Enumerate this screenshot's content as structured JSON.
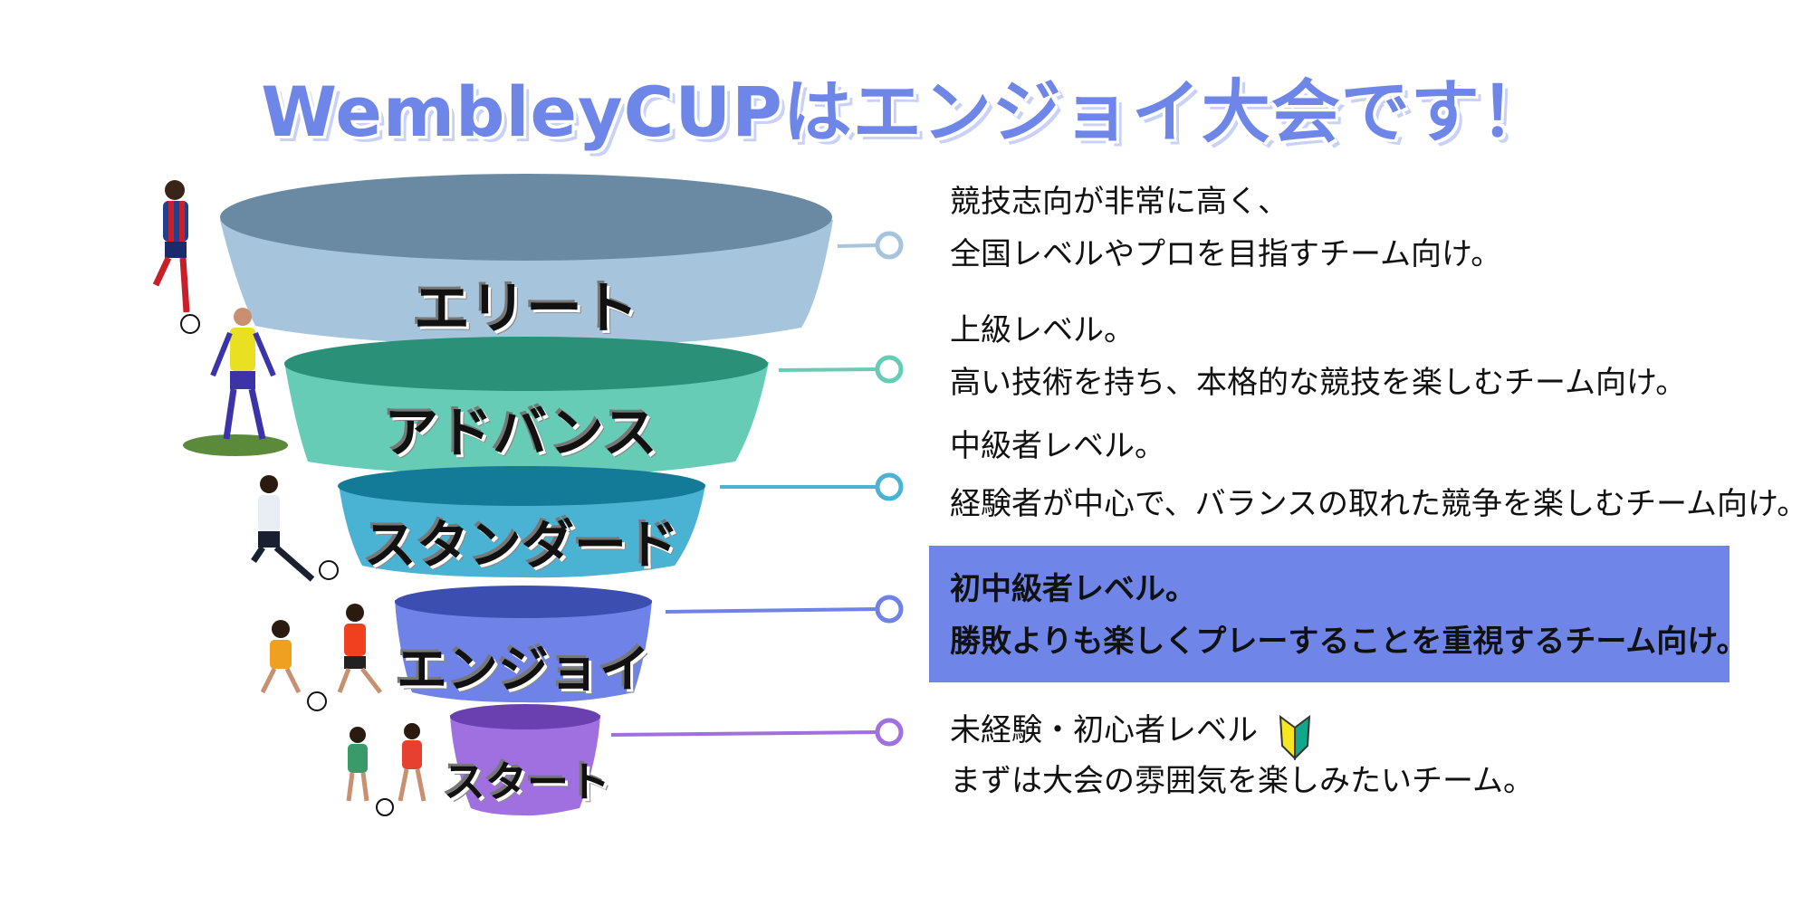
{
  "title": "WembleyCUPはエンジョイ大会です！",
  "colors": {
    "title": "#6e86e8",
    "highlight": "#6f86e8"
  },
  "tiers": [
    {
      "label": "エリート",
      "top_color": "#6a8aa3",
      "body_color": "#a6c5dc",
      "line_color": "#a6c5dc",
      "line1": "競技志向が非常に高く、",
      "line2": "全国レベルやプロを目指すチーム向け。",
      "highlighted": false
    },
    {
      "label": "アドバンス",
      "top_color": "#2a9078",
      "body_color": "#66ccb5",
      "line_color": "#66ccb5",
      "line1": "上級レベル。",
      "line2": "高い技術を持ち、本格的な競技を楽しむチーム向け。",
      "highlighted": false
    },
    {
      "label": "スタンダード",
      "top_color": "#137a98",
      "body_color": "#4ab3d3",
      "line_color": "#4ab3d3",
      "line1": "中級者レベル。",
      "line2": "経験者が中心で、バランスの取れた競争を楽しむチーム向け。",
      "highlighted": false
    },
    {
      "label": "エンジョイ",
      "top_color": "#3c4eb0",
      "body_color": "#6e82e8",
      "line_color": "#6e82e8",
      "line1": "初中級者レベル。",
      "line2": "勝敗よりも楽しくプレーすることを重視するチーム向け。",
      "highlighted": true
    },
    {
      "label": "スタート",
      "top_color": "#6a3fb0",
      "body_color": "#a070e0",
      "line_color": "#a070e0",
      "line1": "未経験・初心者レベル",
      "line2": "まずは大会の雰囲気を楽しみたいチーム。",
      "highlighted": false
    }
  ]
}
